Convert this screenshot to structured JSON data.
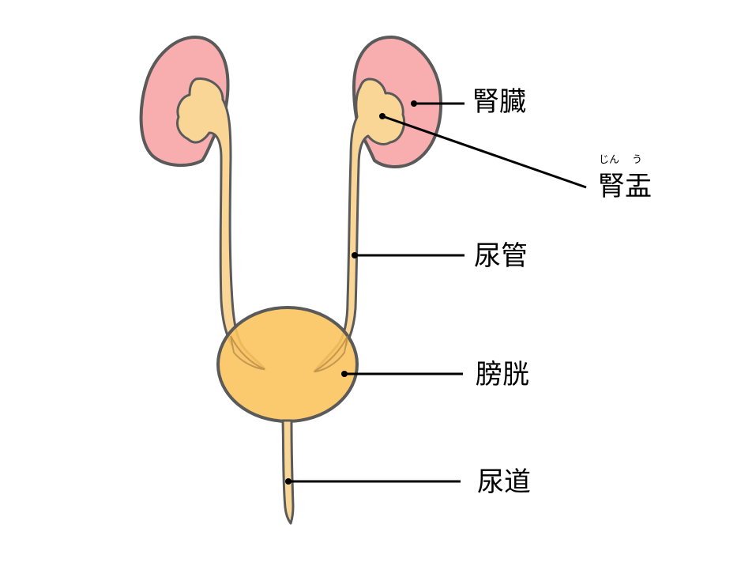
{
  "labels": {
    "kidney": "腎臓",
    "renal_pelvis": "腎盂",
    "renal_pelvis_reading_1": "じん",
    "renal_pelvis_reading_2": "う",
    "ureter": "尿管",
    "bladder": "膀胱",
    "urethra": "尿道"
  },
  "colors": {
    "kidney_fill": "#f8aeae",
    "pelvis_fill": "#f9d596",
    "bladder_fill": "#fbc45f",
    "outline": "#5a5a5a",
    "leader_line": "#000000"
  }
}
